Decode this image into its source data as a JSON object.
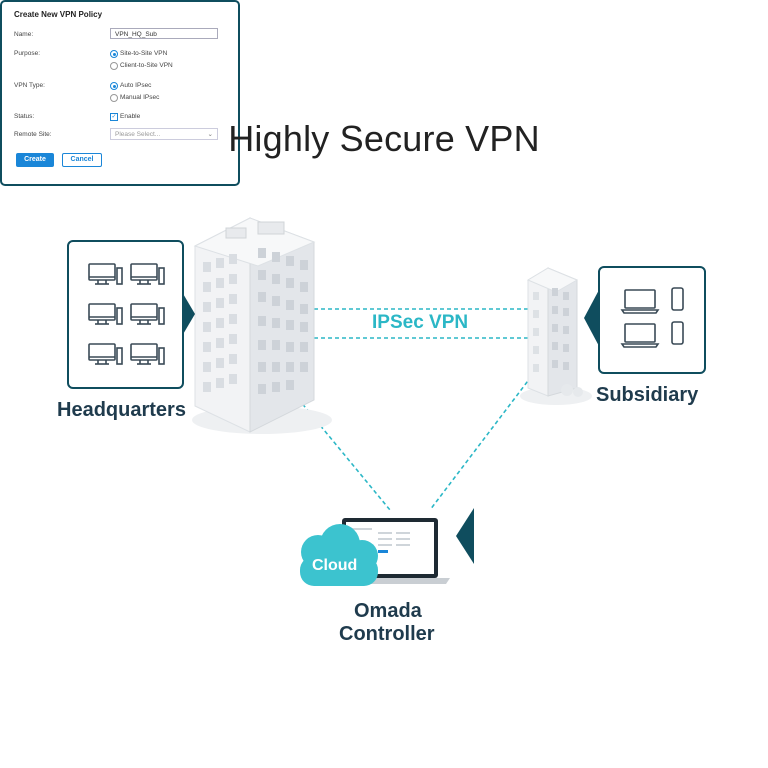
{
  "title": "Highly Secure VPN",
  "vpn_link_label": "IPSec VPN",
  "sites": {
    "headquarters": "Headquarters",
    "subsidiary": "Subsidiary"
  },
  "controller": {
    "cloud_label": "Cloud",
    "name_line1": "Omada",
    "name_line2": "Controller"
  },
  "form": {
    "title": "Create New VPN Policy",
    "name_label": "Name:",
    "name_value": "VPN_HQ_Sub",
    "purpose_label": "Purpose:",
    "purpose_options": [
      "Site-to-Site VPN",
      "Client-to-Site VPN"
    ],
    "vpn_type_label": "VPN Type:",
    "vpn_type_options": [
      "Auto IPsec",
      "Manual IPsec"
    ],
    "status_label": "Status:",
    "status_option": "Enable",
    "remote_site_label": "Remote Site:",
    "remote_site_placeholder": "Please Select...",
    "create_button": "Create",
    "cancel_button": "Cancel"
  },
  "colors": {
    "panel_border": "#0f4d5e",
    "accent_teal": "#2bb7c6",
    "button_blue": "#1a86d8",
    "cloud": "#3cc3cf"
  }
}
